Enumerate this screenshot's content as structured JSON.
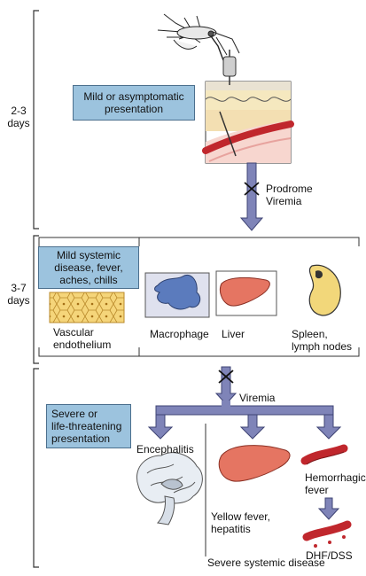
{
  "timeline": {
    "stage1": "2-3\ndays",
    "stage2": "3-7\ndays"
  },
  "boxes": {
    "mild_presentation": "Mild or asymptomatic\npresentation",
    "mild_systemic": "Mild systemic\ndisease, fever,\naches, chills",
    "severe": "Severe or\nlife-threatening\npresentation"
  },
  "arrow_labels": {
    "prodrome_viremia": "Prodrome\nViremia",
    "viremia": "Viremia"
  },
  "tissues": {
    "vascular_endothelium": "Vascular\nendothelium",
    "macrophage": "Macrophage",
    "liver": "Liver",
    "spleen": "Spleen,\nlymph nodes"
  },
  "outcomes": {
    "encephalitis": "Encephalitis",
    "yellow_fever": "Yellow fever,\nhepatitis",
    "hemorrhagic": "Hemorrhagic\nfever",
    "dhf": "DHF/DSS",
    "severe_systemic": "Severe systemic disease"
  },
  "colors": {
    "box_fill": "#9cc3de",
    "arrow": "#7f84b8",
    "arrow_edge": "#3f4474",
    "liver": "#e57562",
    "macrophage": "#5b7bbd",
    "spleen": "#f2d77a",
    "vessel": "#c0272d",
    "endothelium": "#f5d57a"
  }
}
